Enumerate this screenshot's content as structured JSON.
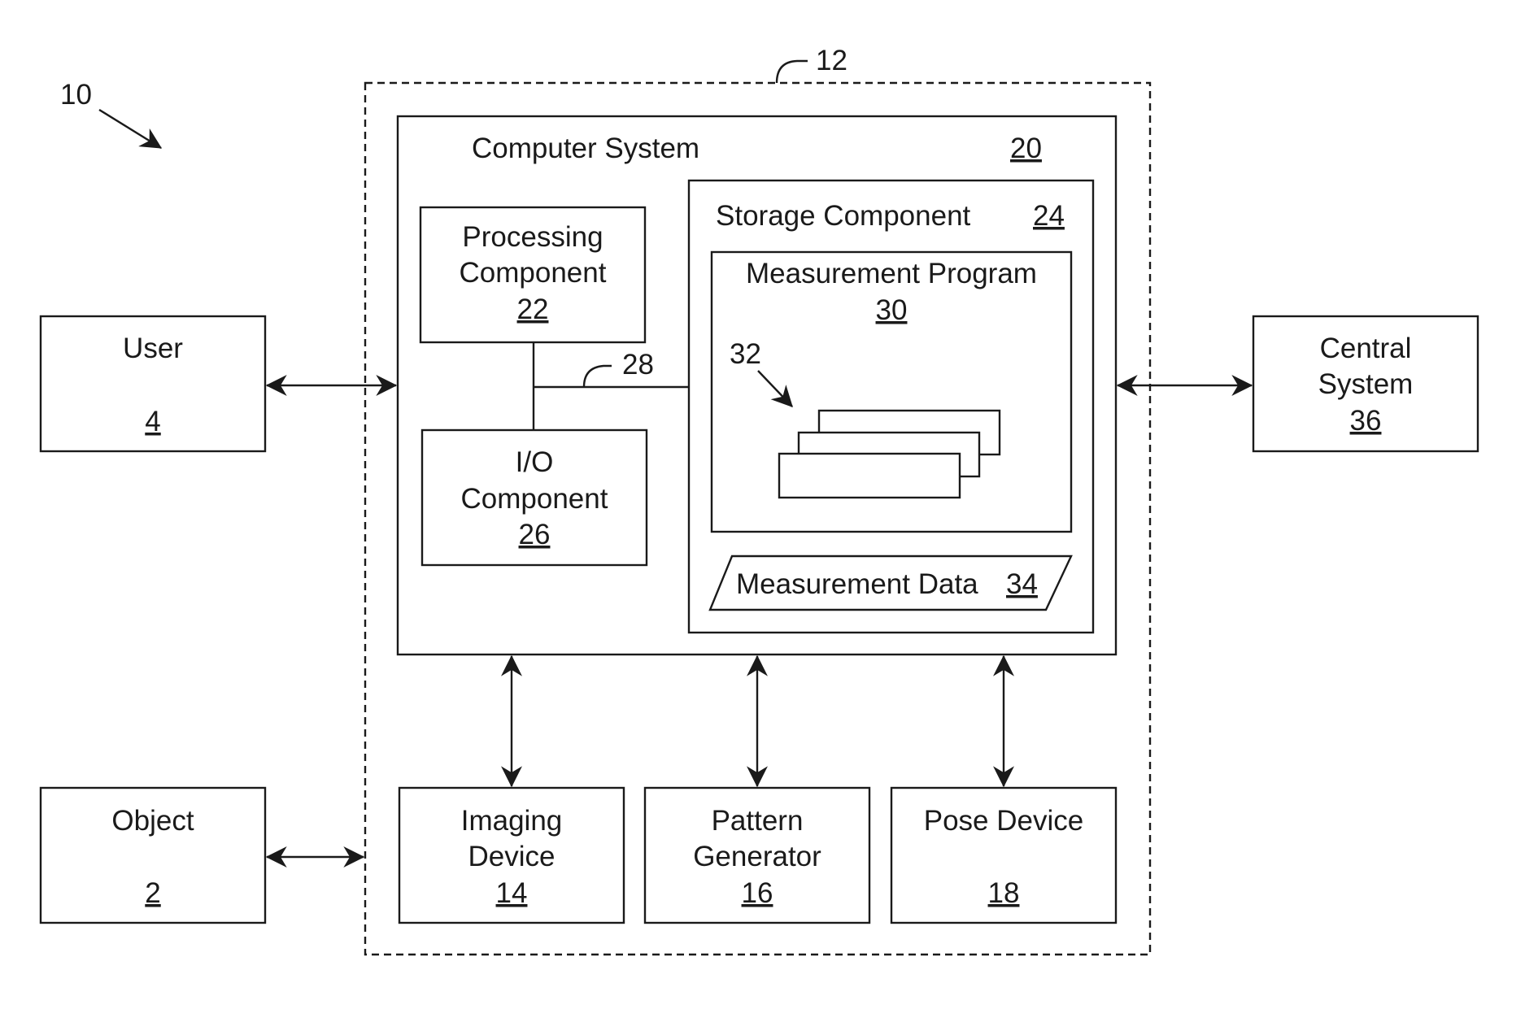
{
  "figure": {
    "ref": "10",
    "system_boundary_ref": "12",
    "bus_ref": "28",
    "modules_ref": "32"
  },
  "computer_system": {
    "label": "Computer System",
    "ref": "20"
  },
  "processing_component": {
    "line1": "Processing",
    "line2": "Component",
    "ref": "22"
  },
  "io_component": {
    "line1": "I/O",
    "line2": "Component",
    "ref": "26"
  },
  "storage_component": {
    "label": "Storage Component",
    "ref": "24"
  },
  "measurement_program": {
    "label": "Measurement Program",
    "ref": "30"
  },
  "measurement_data": {
    "label": "Measurement Data",
    "ref": "34"
  },
  "user": {
    "label": "User",
    "ref": "4"
  },
  "object": {
    "label": "Object",
    "ref": "2"
  },
  "central_system": {
    "line1": "Central",
    "line2": "System",
    "ref": "36"
  },
  "imaging_device": {
    "line1": "Imaging",
    "line2": "Device",
    "ref": "14"
  },
  "pattern_generator": {
    "line1": "Pattern",
    "line2": "Generator",
    "ref": "16"
  },
  "pose_device": {
    "label": "Pose Device",
    "ref": "18"
  }
}
